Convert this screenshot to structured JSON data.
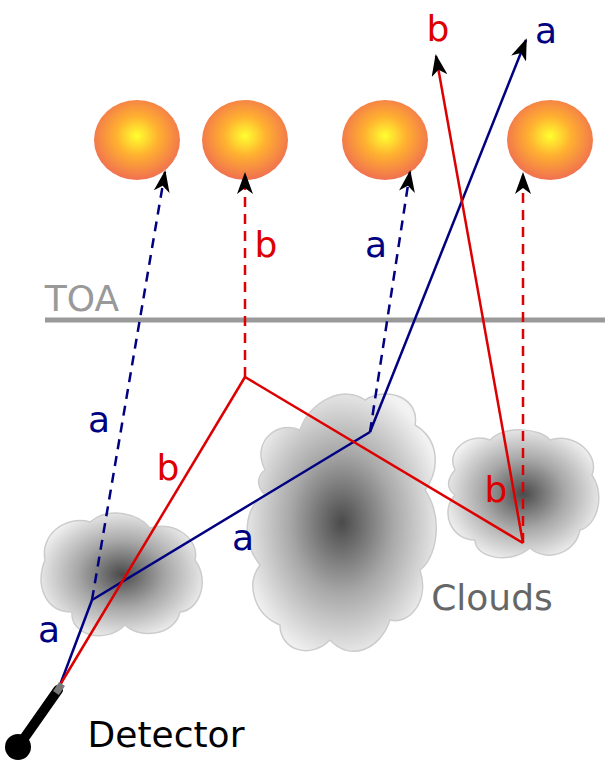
{
  "diagram": {
    "labels": [
      "b",
      "a",
      "b",
      "a",
      "TOA",
      "a",
      "b",
      "b",
      "a",
      "Clouds",
      "a",
      "Detector"
    ]
  }
}
